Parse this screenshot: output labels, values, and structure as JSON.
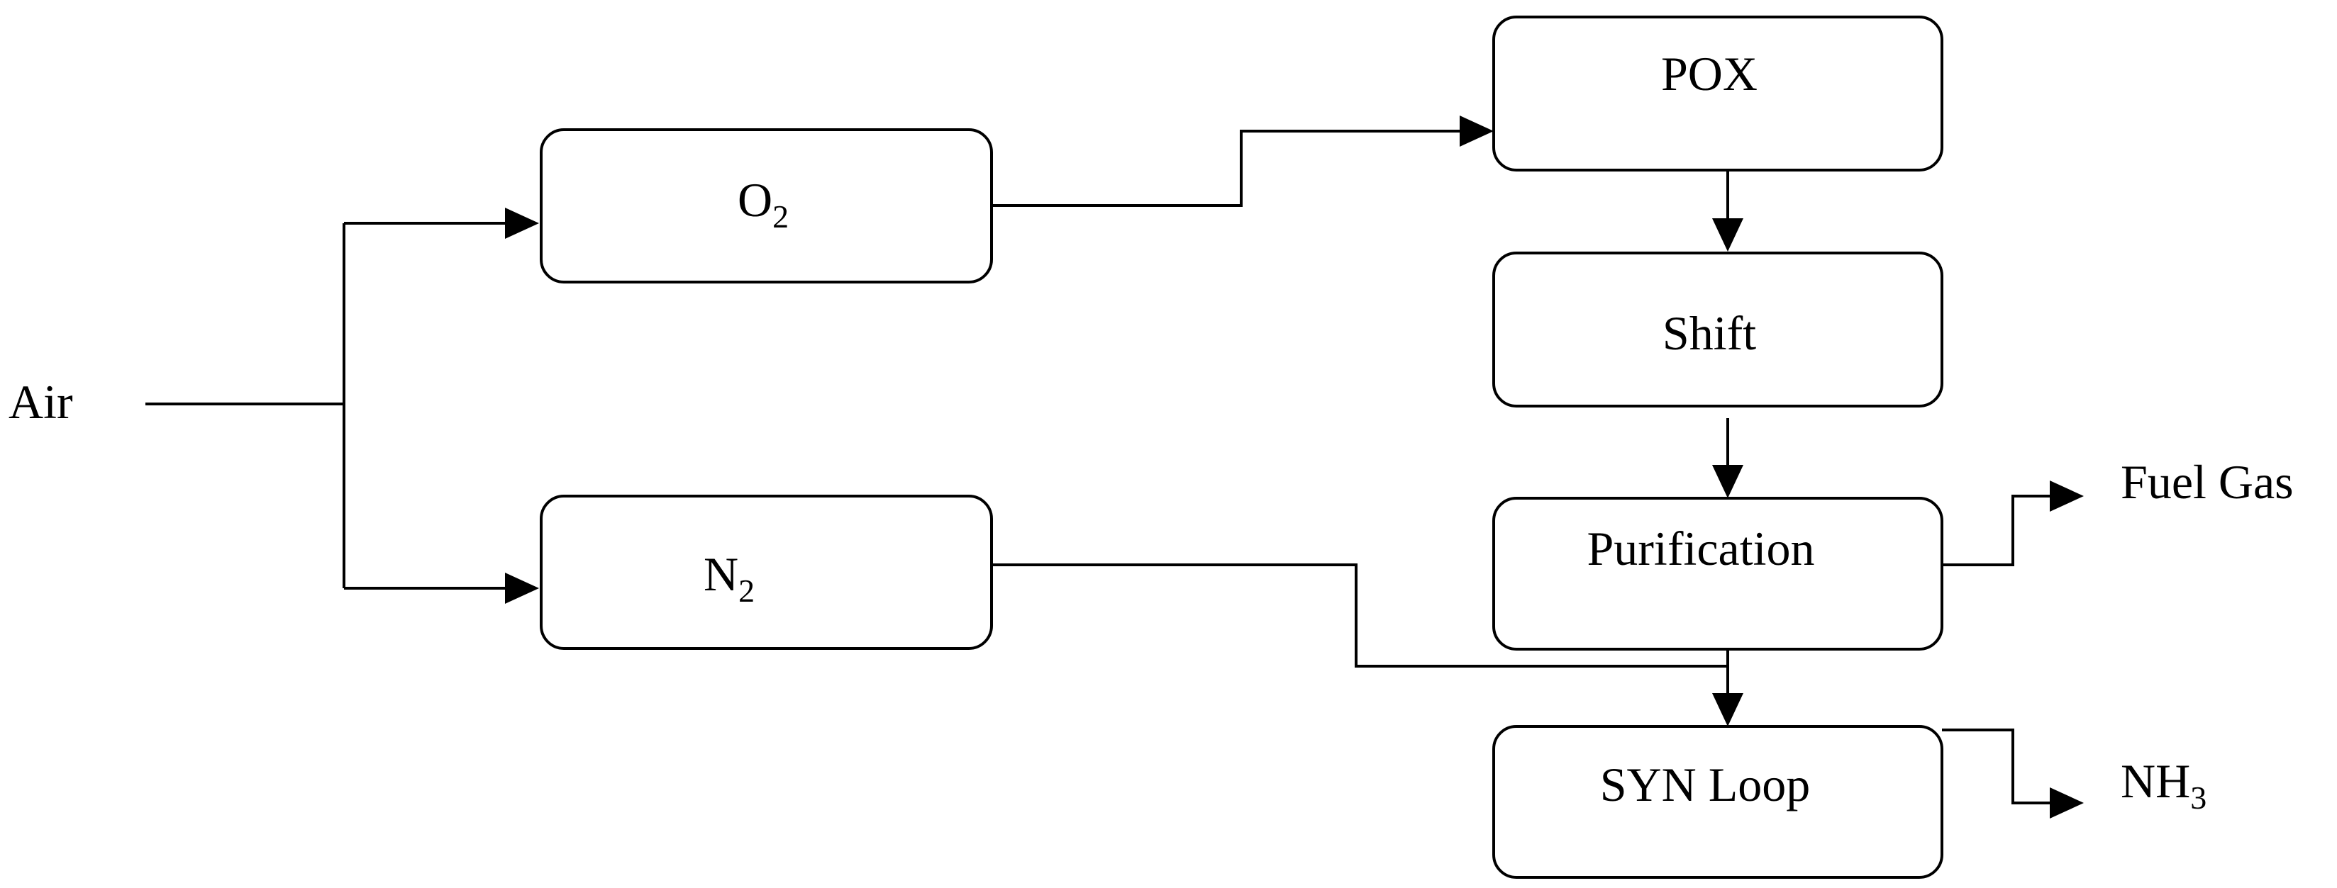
{
  "diagram": {
    "input_label": "Air",
    "nodes": {
      "o2": {
        "base": "O",
        "sub": "2"
      },
      "n2": {
        "base": "N",
        "sub": "2"
      },
      "pox": {
        "label": "POX"
      },
      "shift": {
        "label": "Shift"
      },
      "purification": {
        "label": "Purification"
      },
      "synloop": {
        "label": "SYN Loop"
      }
    },
    "outputs": {
      "fuel_gas": "Fuel Gas",
      "nh3": {
        "base": "NH",
        "sub": "3"
      }
    }
  },
  "colors": {
    "line": "#000000",
    "background": "#ffffff",
    "text": "#000000"
  }
}
